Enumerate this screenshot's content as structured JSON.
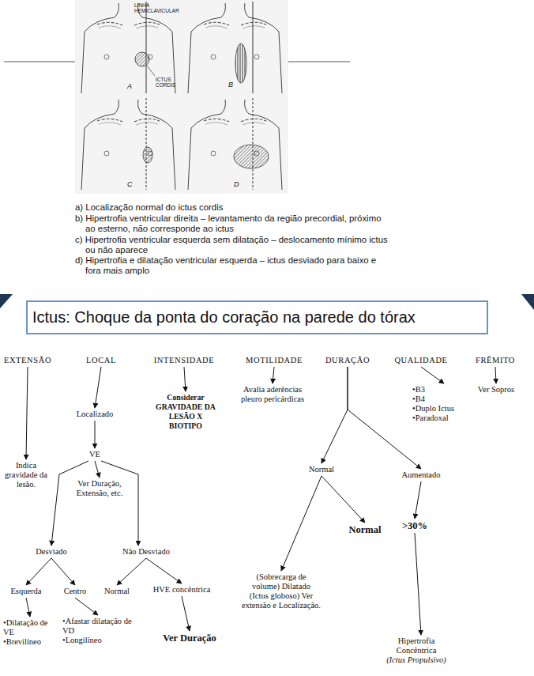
{
  "diagram": {
    "title": "Ictus: Choque da ponta do coração na parede do tórax",
    "nodes": [
      {
        "text": [
          "EXTENSÃO"
        ]
      },
      {
        "text": [
          "LOCAL"
        ]
      },
      {
        "text": [
          "INTENSIDADE"
        ]
      },
      {
        "text": [
          "MOTILIDADE"
        ]
      },
      {
        "text": [
          "DURAÇÃO"
        ]
      },
      {
        "text": [
          "QUALIDADE"
        ]
      },
      {
        "text": [
          "FRÊMITO"
        ]
      },
      {
        "text": [
          "Indica gravidade da lesão."
        ]
      },
      {
        "text": [
          "Localizado"
        ]
      },
      {
        "text": [
          "VE"
        ]
      },
      {
        "text": [
          "Ver Duração, Extensão, etc."
        ]
      },
      {
        "text": [
          "Desviado"
        ]
      },
      {
        "text": [
          "Não Desviado"
        ]
      },
      {
        "text": [
          "Esquerda"
        ]
      },
      {
        "text": [
          "Centro"
        ]
      },
      {
        "text": [
          "•Dilatação de VE",
          "•Brevilíneo"
        ]
      },
      {
        "text": [
          "•Afastar dilatação de VD",
          "•Longilíneo"
        ]
      },
      {
        "text": [
          "Normal"
        ]
      },
      {
        "text": [
          "HVE concêntrica"
        ]
      },
      {
        "text": [
          "Ver Duração"
        ]
      },
      {
        "text": [
          "Considerar GRAVIDADE DA LESÃO X BIOTIPO"
        ]
      },
      {
        "text": [
          "Avalia aderências pleuro pericárdicas"
        ]
      },
      {
        "text": [
          "Normal"
        ]
      },
      {
        "text": [
          "Aumentado"
        ]
      },
      {
        "text": [
          "(Sobrecarga de volume) Dilatado (Ictus globoso) Ver extensão e Localização."
        ]
      },
      {
        "text": [
          "Normal"
        ]
      },
      {
        "text": [
          ">30%"
        ]
      },
      {
        "text": [
          "Hipertrofia Concêntrica",
          "(Ictus Propulsivo)"
        ]
      },
      {
        "text": [
          "•B3",
          "•B4",
          "•Duplo Ictus",
          "•Paradoxal"
        ]
      },
      {
        "text": [
          "Ver Sopros"
        ]
      }
    ],
    "edges": [
      {
        "from": 0,
        "to": 7,
        "arrow": "to"
      },
      {
        "from": 1,
        "to": 8,
        "arrow": "to"
      },
      {
        "from": 8,
        "to": 9,
        "arrow": "to"
      },
      {
        "from": 9,
        "to": 10,
        "arrow": "to"
      },
      {
        "from": 9,
        "to": 11,
        "arrow": "to"
      },
      {
        "from": 9,
        "to": 12,
        "arrow": "to"
      },
      {
        "from": 11,
        "to": 13,
        "arrow": "to"
      },
      {
        "from": 11,
        "to": 14,
        "arrow": "to"
      },
      {
        "from": 13,
        "to": 15,
        "arrow": "to"
      },
      {
        "from": 14,
        "to": 16,
        "arrow": "to"
      },
      {
        "from": 12,
        "to": 17,
        "arrow": "to"
      },
      {
        "from": 12,
        "to": 18,
        "arrow": "to"
      },
      {
        "from": 18,
        "to": 19,
        "arrow": "to"
      },
      {
        "from": 2,
        "to": 20,
        "arrow": "to"
      },
      {
        "from": 3,
        "to": 21,
        "arrow": "to"
      },
      {
        "from": 4,
        "to": 22,
        "arrow": "to"
      },
      {
        "from": 4,
        "to": 23,
        "arrow": "to"
      },
      {
        "from": 22,
        "to": 24,
        "arrow": "to"
      },
      {
        "from": 22,
        "to": 25,
        "arrow": "to"
      },
      {
        "from": 23,
        "to": 26,
        "arrow": "to"
      },
      {
        "from": 26,
        "to": 27,
        "arrow": "to"
      },
      {
        "from": 5,
        "to": 28,
        "arrow": "to"
      },
      {
        "from": 6,
        "to": 29,
        "arrow": "to"
      }
    ],
    "labels": [
      "LINHA HEMICLAVICULAR",
      "ICTUS CORDIS",
      "A",
      "B",
      "C",
      "D",
      "a) Localização normal do ictus cordis",
      "b) Hipertrofia ventricular direita – levantamento da região precordial, próximo ao esterno, não corresponde ao ictus",
      "c) Hipertrofia ventricular esquerda sem dilatação – deslocamento mínimo ictus ou não aparece",
      "d) Hipertrofia e dilatação ventricular esquerda – ictus desviado para baixo e fora mais amplo"
    ]
  }
}
